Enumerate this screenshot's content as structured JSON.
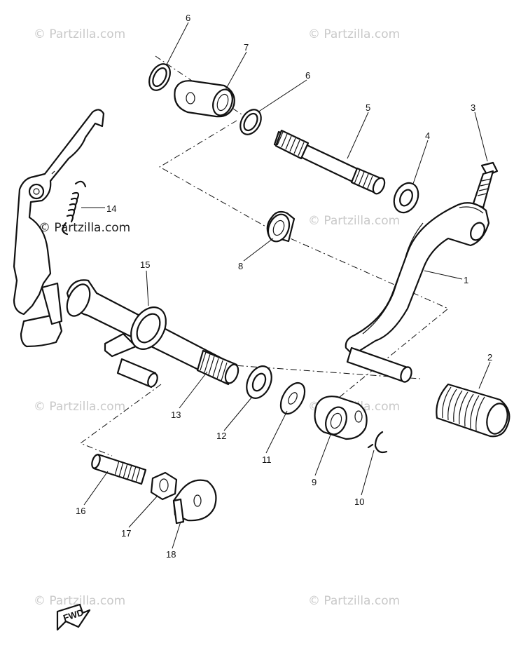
{
  "watermarks": [
    {
      "text": "© Partzilla.com",
      "style": "light"
    },
    {
      "text": "© Partzilla.com",
      "style": "light"
    },
    {
      "text": "© Partzilla.com",
      "style": "dark"
    },
    {
      "text": "© Partzilla.com",
      "style": "light"
    },
    {
      "text": "© Partzilla.com",
      "style": "light"
    },
    {
      "text": "© Partzilla.com",
      "style": "light"
    },
    {
      "text": "© Partzilla.com",
      "style": "light"
    },
    {
      "text": "© Partzilla.com",
      "style": "light"
    }
  ],
  "callouts": [
    "1",
    "2",
    "3",
    "4",
    "5",
    "6",
    "6",
    "7",
    "8",
    "9",
    "10",
    "11",
    "12",
    "13",
    "14",
    "15",
    "16",
    "17",
    "18"
  ],
  "direction_badge": "FWD"
}
